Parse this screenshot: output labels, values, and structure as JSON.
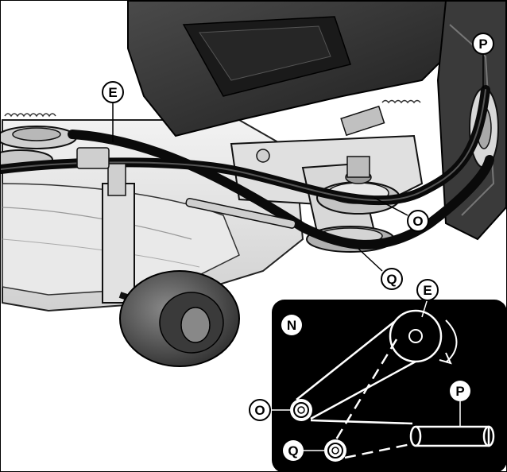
{
  "callouts": {
    "e_top": "E",
    "p_top": "P",
    "o_main": "O",
    "q_main": "Q"
  },
  "inset": {
    "n": "N",
    "e": "E",
    "p": "P",
    "o": "O",
    "q": "Q"
  },
  "colors": {
    "belt": "#0a0a0a",
    "deck": "#e6e6e6",
    "housing": "#2b2b2b",
    "inset_bg": "#000000",
    "inset_line": "#ffffff"
  }
}
